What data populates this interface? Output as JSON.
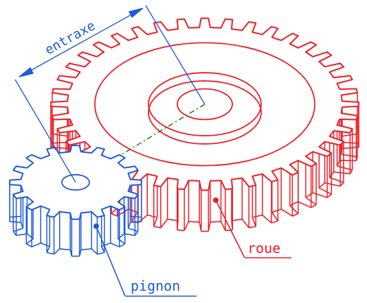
{
  "labels": {
    "center_distance": "entraxe",
    "wheel": "roue",
    "pinion": "pignon"
  },
  "colors": {
    "wheel": "#ee1c24",
    "pinion": "#1e5adc",
    "axis_line": "#2e7d32",
    "background": "#ffffff"
  },
  "gears": {
    "wheel": {
      "teeth": 40
    },
    "pinion": {
      "teeth": 16
    }
  }
}
